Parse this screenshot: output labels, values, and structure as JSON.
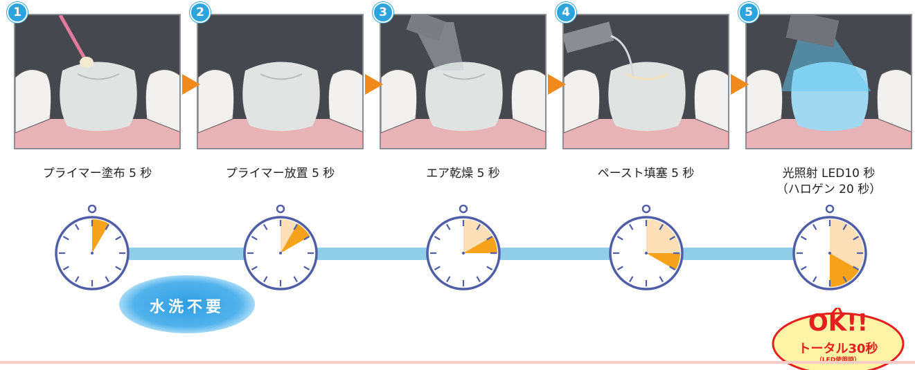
{
  "steps": [
    {
      "number": "1",
      "caption": "プライマー塗布 5 秒",
      "caption2": ""
    },
    {
      "number": "2",
      "caption": "プライマー放置 5 秒",
      "caption2": ""
    },
    {
      "number": "3",
      "caption": "エア乾燥 5 秒",
      "caption2": ""
    },
    {
      "number": "4",
      "caption": "ペースト填塞 5 秒",
      "caption2": ""
    },
    {
      "number": "5",
      "caption": "光照射 LED10 秒",
      "caption2": "（ハロゲン 20 秒）"
    }
  ],
  "no_rinse_label": "水洗不要",
  "ok": {
    "title": "OK!!",
    "total": "トータル30秒",
    "note": "（LED使用時）"
  },
  "colors": {
    "accent": "#f08a1c",
    "timeline": "#8fcde9",
    "clock": "#4f5ea6",
    "elapsed": "#f7a21b",
    "past": "#fde0b8",
    "badge": "#2ea4dc",
    "ok_red": "#e41f1f",
    "ok_fill": "#fff3a6"
  },
  "clocks": [
    {
      "past_seconds": 0,
      "current_seconds": 5
    },
    {
      "past_seconds": 5,
      "current_seconds": 5
    },
    {
      "past_seconds": 10,
      "current_seconds": 5
    },
    {
      "past_seconds": 15,
      "current_seconds": 5
    },
    {
      "past_seconds": 20,
      "current_seconds": 10
    }
  ],
  "clock_full_scale_seconds": 60
}
